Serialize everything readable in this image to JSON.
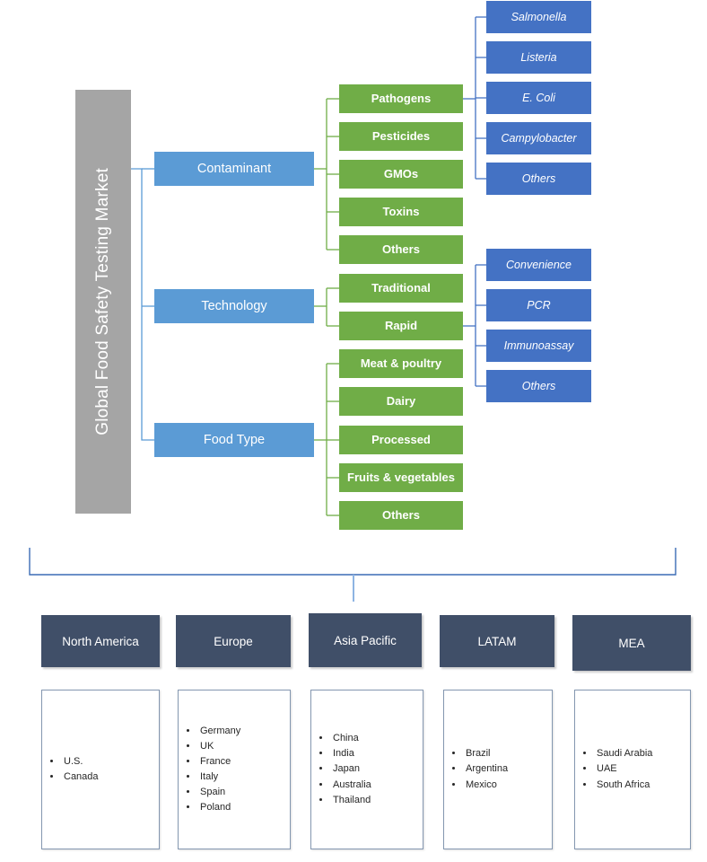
{
  "diagram": {
    "root": {
      "label": "Global Food Safety Testing Market",
      "color": "#a5a5a5"
    },
    "segment_color": "#5b9bd5",
    "sub_color": "#70ad47",
    "leaf_color": "#4472c4",
    "region_head_color": "#404f68",
    "segments": [
      {
        "label": "Contaminant"
      },
      {
        "label": "Technology"
      },
      {
        "label": "Food Type"
      }
    ],
    "subsegments": [
      {
        "label": "Pathogens"
      },
      {
        "label": "Pesticides"
      },
      {
        "label": "GMOs"
      },
      {
        "label": "Toxins"
      },
      {
        "label": "Others"
      },
      {
        "label": "Traditional"
      },
      {
        "label": "Rapid"
      },
      {
        "label": "Meat & poultry"
      },
      {
        "label": "Dairy"
      },
      {
        "label": "Processed"
      },
      {
        "label": "Fruits & vegetables"
      },
      {
        "label": "Others"
      }
    ],
    "leaves": [
      {
        "label": "Salmonella"
      },
      {
        "label": "Listeria"
      },
      {
        "label": "E. Coli"
      },
      {
        "label": "Campylobacter"
      },
      {
        "label": "Others"
      },
      {
        "label": "Convenience"
      },
      {
        "label": "PCR"
      },
      {
        "label": "Immunoassay"
      },
      {
        "label": "Others"
      }
    ],
    "regions": [
      {
        "name": "North America",
        "countries": [
          "U.S.",
          "Canada"
        ]
      },
      {
        "name": "Europe",
        "countries": [
          "Germany",
          "UK",
          "France",
          "Italy",
          "Spain",
          "Poland"
        ]
      },
      {
        "name": "Asia Pacific",
        "countries": [
          "China",
          "India",
          "Japan",
          "Australia",
          "Thailand"
        ]
      },
      {
        "name": "LATAM",
        "countries": [
          "Brazil",
          "Argentina",
          "Mexico"
        ]
      },
      {
        "name": "MEA",
        "countries": [
          "Saudi Arabia",
          "UAE",
          "South Africa"
        ]
      }
    ]
  }
}
